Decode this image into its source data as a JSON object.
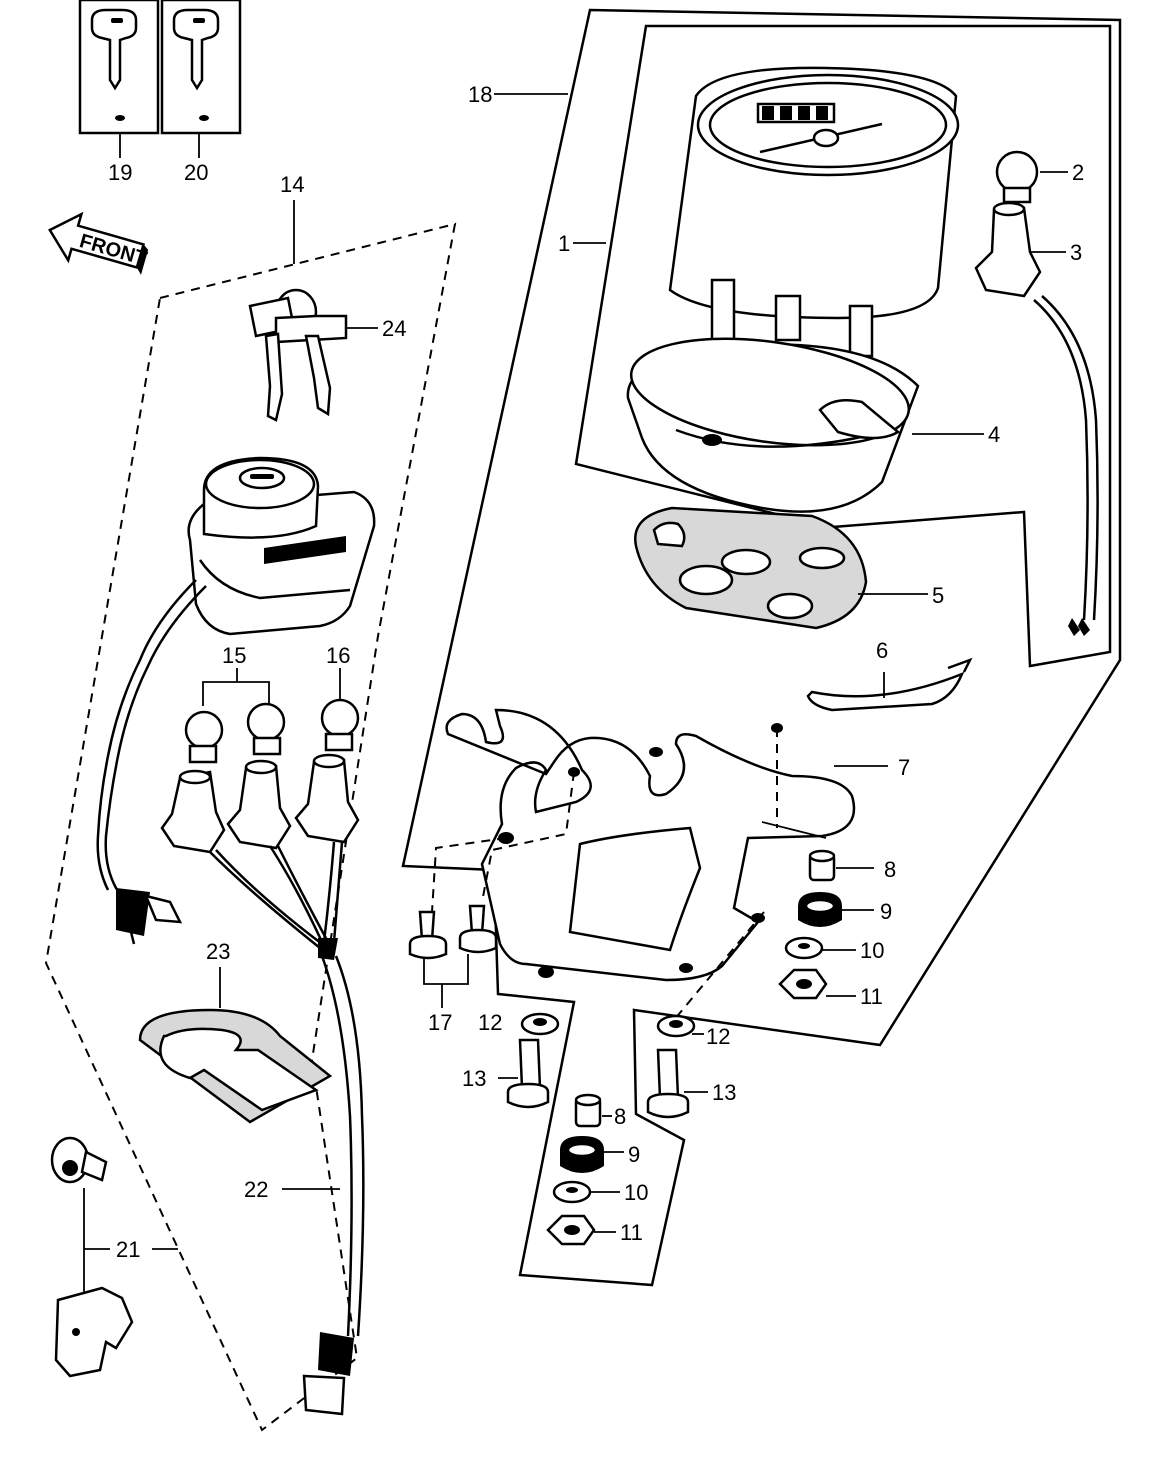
{
  "front_arrow": {
    "label": "FRONT"
  },
  "labels": {
    "p1": "1",
    "p2": "2",
    "p3": "3",
    "p4": "4",
    "p5": "5",
    "p6": "6",
    "p7": "7",
    "p8a": "8",
    "p8b": "8",
    "p9a": "9",
    "p9b": "9",
    "p10a": "10",
    "p10b": "10",
    "p11a": "11",
    "p11b": "11",
    "p12a": "12",
    "p12b": "12",
    "p13a": "13",
    "p13b": "13",
    "p14": "14",
    "p15": "15",
    "p16": "16",
    "p17": "17",
    "p18": "18",
    "p19": "19",
    "p20": "20",
    "p21": "21",
    "p22": "22",
    "p23": "23",
    "p24": "24"
  }
}
